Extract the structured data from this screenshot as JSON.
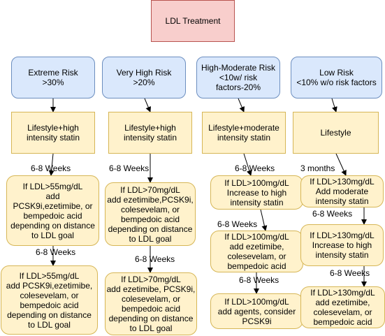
{
  "title": "LDL Treatment",
  "columns": [
    {
      "risk": "Extreme Risk\n>30%",
      "lifestyle": "Lifestyle+high\nintensity statin",
      "steps": [
        "If LDL>55mg/dL\nadd\nPCSK9i,ezetimibe, or\nbempedoic acid\ndepending on distance\nto LDL goal",
        "If LDL>55mg/dL\nadd PCSK9i,ezetimibe,\ncolesevelam, or\nbempedoic acid\ndepending on distance\nto LDL goal"
      ],
      "intervals": [
        "6-8 Weeks",
        "6-8 Weeks"
      ]
    },
    {
      "risk": "Very High Risk\n>20%",
      "lifestyle": "Lifestyle+high\nintensity statin",
      "steps": [
        "If LDL>70mg/dL\nadd ezetimibe,PCSK9i,\ncolesevelam, or\nbempedoic acid\ndepending on distance\nto LDL goal",
        "If LDL>70mg/dL\nadd ezetimibe, PCSK9i,\ncolesevelam, or\nbempedoic acid\ndepending on distance\nto LDL goal"
      ],
      "intervals": [
        "6-8 Weeks",
        "6-8 Weeks"
      ]
    },
    {
      "risk": "High-Moderate Risk\n<10w/ risk\nfactors-20%",
      "lifestyle": "Lifestyle+moderate\nintensity statin",
      "steps": [
        "If LDL>100mg/dL\nIncrease to high\nintensity statin",
        "If LDL>100mg/dL\nadd ezetimibe,\ncolesevelam, or\nbempedoic acid",
        "If LDL>100mg/dL\nadd agents, consider\nPCSK9i"
      ],
      "intervals": [
        "6-8 Weeks",
        "6-8 Weeks",
        "6-8 Weeks"
      ]
    },
    {
      "risk": "Low Risk\n<10% w/o risk factors",
      "lifestyle": "Lifestyle",
      "steps": [
        "If LDL>130mg/dL\nAdd moderate\nintensity statin",
        "If LDL>130mg/dL\nIncrease to high\nintensity statin",
        "If LDL>130mg/dL\nadd ezetimibe,\ncolesevelam, or\nbempedoic acid"
      ],
      "intervals": [
        "3 months",
        "6-8 Weeks",
        "6-8 Weeks"
      ]
    }
  ]
}
